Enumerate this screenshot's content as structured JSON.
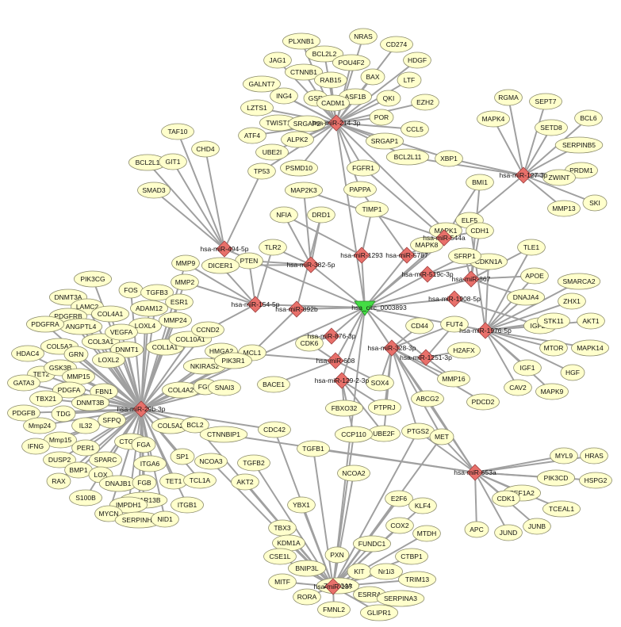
{
  "colors": {
    "gene_fill": "#ffffcc",
    "mirna_fill": "#e8706a",
    "circrna_fill": "#44dd44",
    "edge": "#a0a0a0"
  },
  "network": {
    "circrna": "hsa_circ_0003893",
    "mirnas": [
      {
        "id": "m214",
        "label": "hsa-miR-214-3p"
      },
      {
        "id": "m127",
        "label": "hsa-miR-127-3p"
      },
      {
        "id": "m494",
        "label": "hsa-miR-494-5p"
      },
      {
        "id": "m544",
        "label": "hsa-miR-544a"
      },
      {
        "id": "m382",
        "label": "hsa-miR-382-5p"
      },
      {
        "id": "m1293",
        "label": "hsa-miR-1293"
      },
      {
        "id": "m5787",
        "label": "hsa-miR-5787"
      },
      {
        "id": "m519",
        "label": "hsa-miR-519c-3p"
      },
      {
        "id": "m867",
        "label": "hsa-miR-867"
      },
      {
        "id": "m1908",
        "label": "hsa-miR-1908-5p"
      },
      {
        "id": "m154",
        "label": "hsa-miR-154-5p"
      },
      {
        "id": "m892",
        "label": "hsa-miR-892b"
      },
      {
        "id": "m876",
        "label": "hsa-miR-876-3p"
      },
      {
        "id": "m1976",
        "label": "hsa-miR-1976-5p"
      },
      {
        "id": "m328",
        "label": "hsa-miR-328-3p"
      },
      {
        "id": "m608",
        "label": "hsa-miR-608"
      },
      {
        "id": "m1251",
        "label": "hsa-miR-1251-3p"
      },
      {
        "id": "m1292",
        "label": "hsa-miR-129-2-3p"
      },
      {
        "id": "m29b",
        "label": "hsa-miR-29b-3p"
      },
      {
        "id": "m653",
        "label": "hsa-miR-653a"
      },
      {
        "id": "m137",
        "label": "hsa-miR-137"
      }
    ],
    "genes": [
      [
        "PLXNB1",
        "m214"
      ],
      [
        "NRAS",
        "m214"
      ],
      [
        "CD274",
        "m214"
      ],
      [
        "JAG1",
        "m214"
      ],
      [
        "BCL2L2",
        "m214"
      ],
      [
        "POU4F2",
        "m214"
      ],
      [
        "HDGF",
        "m214"
      ],
      [
        "CTNNB1",
        "m214"
      ],
      [
        "RAB15",
        "m214"
      ],
      [
        "BAX",
        "m214"
      ],
      [
        "GALNT7",
        "m214"
      ],
      [
        "ASF1B",
        "m214"
      ],
      [
        "LTF",
        "m214"
      ],
      [
        "ING4",
        "m214"
      ],
      [
        "GSR",
        "m214"
      ],
      [
        "QKI",
        "m214"
      ],
      [
        "EZH2",
        "m214"
      ],
      [
        "CADM1",
        "m214"
      ],
      [
        "LZTS1",
        "m214"
      ],
      [
        "POR",
        "m214"
      ],
      [
        "TWIST1",
        "m214"
      ],
      [
        "SRGAP2",
        "m214"
      ],
      [
        "CCL5",
        "m214"
      ],
      [
        "ATF4",
        "m214"
      ],
      [
        "ALPK2",
        "m214"
      ],
      [
        "SRGAP1",
        "m214"
      ],
      [
        "UBE2I",
        "m214"
      ],
      [
        "BCL2L11",
        "m214"
      ],
      [
        "FGFR1",
        "m214"
      ],
      [
        "PSMD10",
        "m214"
      ],
      [
        "PAPPA",
        "m214"
      ],
      [
        "XBP1",
        "m127"
      ],
      [
        "RGMA",
        "m127"
      ],
      [
        "SEPT7",
        "m127"
      ],
      [
        "MAPK4",
        "m127"
      ],
      [
        "BCL6",
        "m127"
      ],
      [
        "SETD8",
        "m127"
      ],
      [
        "SERPINB5",
        "m127"
      ],
      [
        "PRDM1",
        "m127"
      ],
      [
        "ZWINT",
        "m127"
      ],
      [
        "SKI",
        "m127"
      ],
      [
        "MMP13",
        "m127"
      ],
      [
        "TAF10",
        "m494"
      ],
      [
        "CHD4",
        "m494"
      ],
      [
        "BCL2L1",
        "m494"
      ],
      [
        "GIT1",
        "m494"
      ],
      [
        "SMAD3",
        "m494"
      ],
      [
        "TP53",
        "m494"
      ],
      [
        "MAP2K3",
        "m382"
      ],
      [
        "NFIA",
        "m382"
      ],
      [
        "DRD1",
        "m382"
      ],
      [
        "TLR2",
        "m154"
      ],
      [
        "PTEN",
        "m382"
      ],
      [
        "DICER1",
        "m382"
      ],
      [
        "TIMP1",
        "m1293"
      ],
      [
        "BMI1",
        "m544"
      ],
      [
        "ELF5",
        "m544"
      ],
      [
        "MAPK1",
        "m544"
      ],
      [
        "MAPK8",
        "m544"
      ],
      [
        "CDH1",
        "m544"
      ],
      [
        "CDKN1A",
        "m519"
      ],
      [
        "SFRP1",
        "m519"
      ],
      [
        "TLE1",
        "m867"
      ],
      [
        "APOE",
        "m1976"
      ],
      [
        "SMARCA2",
        "m1976"
      ],
      [
        "DNAJA4",
        "m1976"
      ],
      [
        "ZHX1",
        "m1976"
      ],
      [
        "IGF2R",
        "m1976"
      ],
      [
        "STK11",
        "m1976"
      ],
      [
        "AKT1",
        "m1976"
      ],
      [
        "MTOR",
        "m1976"
      ],
      [
        "MAPK14",
        "m1976"
      ],
      [
        "IGF1",
        "m1976"
      ],
      [
        "HGF",
        "m1976"
      ],
      [
        "CAV2",
        "m1976"
      ],
      [
        "MAPK9",
        "m1976"
      ],
      [
        "CD44",
        "m328"
      ],
      [
        "FUT4",
        "m328"
      ],
      [
        "H2AFX",
        "m1251"
      ],
      [
        "MMP16",
        "m328"
      ],
      [
        "SOX4",
        "m608"
      ],
      [
        "ABCG2",
        "m328"
      ],
      [
        "PDCD2",
        "m328"
      ],
      [
        "PTPRJ",
        "m1292"
      ],
      [
        "FBXO32",
        "m1292"
      ],
      [
        "UBE2F",
        "m1292"
      ],
      [
        "CCP110",
        "m1292"
      ],
      [
        "CDK6",
        "m876"
      ],
      [
        "BACE1",
        "m608"
      ],
      [
        "MMP9",
        "m29b"
      ],
      [
        "MMP2",
        "m29b"
      ],
      [
        "PIK3CG",
        "m29b"
      ],
      [
        "FOS",
        "m29b"
      ],
      [
        "TGFB3",
        "m29b"
      ],
      [
        "DNMT3A",
        "m29b"
      ],
      [
        "LAMC2",
        "m29b"
      ],
      [
        "COL4A1",
        "m29b"
      ],
      [
        "ADAM12",
        "m29b"
      ],
      [
        "ESR1",
        "m29b"
      ],
      [
        "PDGFRB",
        "m29b"
      ],
      [
        "ANGPTL4",
        "m29b"
      ],
      [
        "LOXL4",
        "m29b"
      ],
      [
        "PDGFRA",
        "m29b"
      ],
      [
        "COL3A1",
        "m29b"
      ],
      [
        "VEGFA",
        "m29b"
      ],
      [
        "MMP24",
        "m29b"
      ],
      [
        "COL5A3",
        "m29b"
      ],
      [
        "DNMT1",
        "m29b"
      ],
      [
        "HDAC4",
        "m29b"
      ],
      [
        "GRN",
        "m29b"
      ],
      [
        "LOXL2",
        "m29b"
      ],
      [
        "COL1A1",
        "m29b"
      ],
      [
        "COL10A1",
        "m29b"
      ],
      [
        "CCND2",
        "m29b"
      ],
      [
        "TET2",
        "m29b"
      ],
      [
        "GSK3B",
        "m29b"
      ],
      [
        "HMGA2",
        "m29b"
      ],
      [
        "MCL1",
        "m29b"
      ],
      [
        "NKIRAS2",
        "m29b"
      ],
      [
        "MMP15",
        "m29b"
      ],
      [
        "GATA3",
        "m29b"
      ],
      [
        "PDGFA",
        "m29b"
      ],
      [
        "FBN1",
        "m29b"
      ],
      [
        "COL4A2",
        "m29b"
      ],
      [
        "FGG",
        "m29b"
      ],
      [
        "SNAI3",
        "m29b"
      ],
      [
        "PIK3R1",
        "m29b"
      ],
      [
        "TBX21",
        "m29b"
      ],
      [
        "DNMT3B",
        "m29b"
      ],
      [
        "PDGFB",
        "m29b"
      ],
      [
        "TDG",
        "m29b"
      ],
      [
        "Mmp24",
        "m29b"
      ],
      [
        "IL32",
        "m29b"
      ],
      [
        "SFPQ",
        "m29b"
      ],
      [
        "COL5A2",
        "m29b"
      ],
      [
        "BCL2",
        "m29b"
      ],
      [
        "Mmp15",
        "m29b"
      ],
      [
        "CTNNBIP1",
        "m29b"
      ],
      [
        "IFNG",
        "m29b"
      ],
      [
        "PER1",
        "m29b"
      ],
      [
        "CTGFC",
        "m29b"
      ],
      [
        "FGA",
        "m29b"
      ],
      [
        "DUSP2",
        "m29b"
      ],
      [
        "SPARC",
        "m29b"
      ],
      [
        "ITGA6",
        "m29b"
      ],
      [
        "SP1",
        "m29b"
      ],
      [
        "BMP1",
        "m29b"
      ],
      [
        "LOX",
        "m29b"
      ],
      [
        "DNAJB1",
        "m29b"
      ],
      [
        "FGB",
        "m29b"
      ],
      [
        "TET1",
        "m29b"
      ],
      [
        "TCL1A",
        "m29b"
      ],
      [
        "RAX",
        "m29b"
      ],
      [
        "PPP1R13B",
        "m29b"
      ],
      [
        "IMPDH1",
        "m29b"
      ],
      [
        "ITGB1",
        "m29b"
      ],
      [
        "S100B",
        "m29b"
      ],
      [
        "MYCN",
        "m29b"
      ],
      [
        "SERPINH1",
        "m29b"
      ],
      [
        "NID1",
        "m29b"
      ],
      [
        "CDC42",
        "m137"
      ],
      [
        "TGFB1",
        "m137"
      ],
      [
        "NCOA3",
        "m137"
      ],
      [
        "TGFB2",
        "m137"
      ],
      [
        "AKT2",
        "m137"
      ],
      [
        "YBX1",
        "m137"
      ],
      [
        "NCOA2",
        "m137"
      ],
      [
        "E2F6",
        "m137"
      ],
      [
        "KLF4",
        "m137"
      ],
      [
        "TBX3",
        "m137"
      ],
      [
        "COX2",
        "m137"
      ],
      [
        "MTDH",
        "m137"
      ],
      [
        "KDM1A",
        "m137"
      ],
      [
        "FUNDC1",
        "m137"
      ],
      [
        "CSE1L",
        "m137"
      ],
      [
        "CTBP1",
        "m137"
      ],
      [
        "PXN",
        "m137"
      ],
      [
        "KIT",
        "m137"
      ],
      [
        "Nr1i3",
        "m137"
      ],
      [
        "BNIP3L",
        "m137"
      ],
      [
        "TRIM13",
        "m137"
      ],
      [
        "MITF",
        "m137"
      ],
      [
        "ZNF804A",
        "m137"
      ],
      [
        "ESRRA",
        "m137"
      ],
      [
        "RORA",
        "m137"
      ],
      [
        "SERPINA3",
        "m137"
      ],
      [
        "FMNL2",
        "m137"
      ],
      [
        "GLIPR1",
        "m137"
      ],
      [
        "PTGS2",
        "m653"
      ],
      [
        "MET",
        "m653"
      ],
      [
        "MYL9",
        "m653"
      ],
      [
        "HRAS",
        "m653"
      ],
      [
        "PIK3CD",
        "m653"
      ],
      [
        "HSPG2",
        "m653"
      ],
      [
        "EEF1A2",
        "m653"
      ],
      [
        "CDK1",
        "m653"
      ],
      [
        "TCEAL1",
        "m653"
      ],
      [
        "JUNB",
        "m653"
      ],
      [
        "APC",
        "m653"
      ],
      [
        "JUND",
        "m653"
      ]
    ],
    "extra_edges": [
      [
        "PTEN",
        "m154"
      ],
      [
        "MMP9",
        "m154"
      ],
      [
        "MMP2",
        "m154"
      ],
      [
        "DICER1",
        "m154"
      ],
      [
        "MCL1",
        "m892"
      ],
      [
        "CDK6",
        "m608"
      ],
      [
        "MET",
        "m328"
      ],
      [
        "PTGS2",
        "m328"
      ],
      [
        "MET",
        "m137"
      ],
      [
        "PTGS2",
        "m137"
      ],
      [
        "CCP110",
        "m137"
      ],
      [
        "CDC42",
        "m29b"
      ],
      [
        "BCL2",
        "m137"
      ],
      [
        "TGFB1",
        "m653"
      ],
      [
        "CTNNBIP1",
        "m653"
      ],
      [
        "PAPPA",
        "m5787"
      ],
      [
        "MAPK8",
        "m5787"
      ],
      [
        "TLR2",
        "m382"
      ],
      [
        "NFIA",
        "m1293"
      ],
      [
        "DRD1",
        "m892"
      ],
      [
        "ABCG2",
        "m653"
      ],
      [
        "MMP16",
        "m1251"
      ],
      [
        "FUT4",
        "m1251"
      ],
      [
        "CDH1",
        "m867"
      ],
      [
        "SFRP1",
        "m867"
      ],
      [
        "IGF2R",
        "m1908"
      ],
      [
        "APOE",
        "m867"
      ],
      [
        "CDKN1A",
        "m1976"
      ],
      [
        "BCL2L11",
        "m127"
      ],
      [
        "XBP1",
        "m214"
      ],
      [
        "MAPK1",
        "m214"
      ],
      [
        "HMGA2",
        "m608"
      ],
      [
        "CCND2",
        "m154"
      ],
      [
        "PTPRJ",
        "m328"
      ],
      [
        "SOX4",
        "m328"
      ],
      [
        "UBE2F",
        "m328"
      ],
      [
        "MAP2K3",
        "m544"
      ],
      [
        "FGFR1",
        "m544"
      ],
      [
        "TP53",
        "m214"
      ],
      [
        "ELF5",
        "m1976"
      ],
      [
        "BMI1",
        "m867"
      ],
      [
        "TLE1",
        "m1976"
      ],
      [
        "DNAJA4",
        "m867"
      ]
    ]
  }
}
